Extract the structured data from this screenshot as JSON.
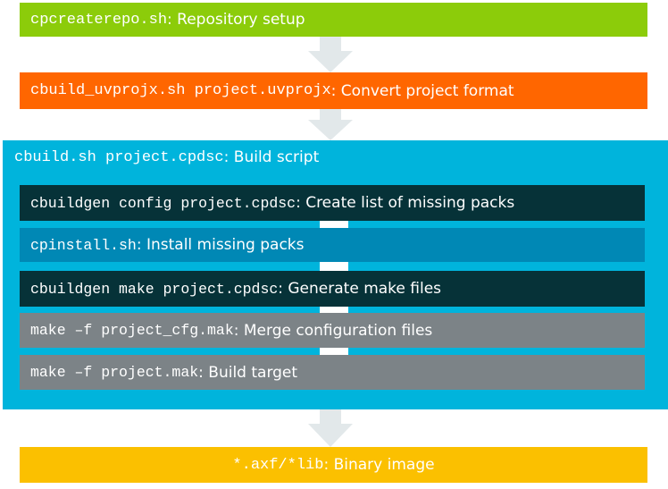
{
  "colors": {
    "step1": "#8ccc0a",
    "step2": "#ff6600",
    "step3": "#00b4dc",
    "step4": "#fbc000",
    "sub1": "#063238",
    "sub2": "#0088b5",
    "sub3": "#063238",
    "sub4": "#7c8387",
    "sub5": "#7c8387",
    "arrow": "#e2e8ea",
    "connector": "#ffffff"
  },
  "steps": {
    "step1": {
      "command": "cpcreaterepo.sh",
      "sep": ":",
      "label": " Repository setup"
    },
    "step2": {
      "command": "cbuild_uvprojx.sh project.uvprojx",
      "sep": ":",
      "label": " Convert project format"
    },
    "step3": {
      "command": "cbuild.sh project.cpdsc",
      "sep": ":",
      "label": " Build script"
    },
    "step4": {
      "command": "*.axf/*lib",
      "sep": ":",
      "label": " Binary image"
    }
  },
  "substeps": [
    {
      "command": "cbuildgen config project.cpdsc",
      "sep": ":",
      "label": " Create list of missing packs"
    },
    {
      "command": "cpinstall.sh",
      "sep": ":",
      "label": " Install missing packs"
    },
    {
      "command": "cbuildgen make project.cpdsc",
      "sep": ":",
      "label": " Generate make files"
    },
    {
      "command": "make –f project_cfg.mak",
      "sep": ":",
      "label": " Merge configuration files"
    },
    {
      "command": "make –f project.mak",
      "sep": ":",
      "label": " Build target"
    }
  ]
}
